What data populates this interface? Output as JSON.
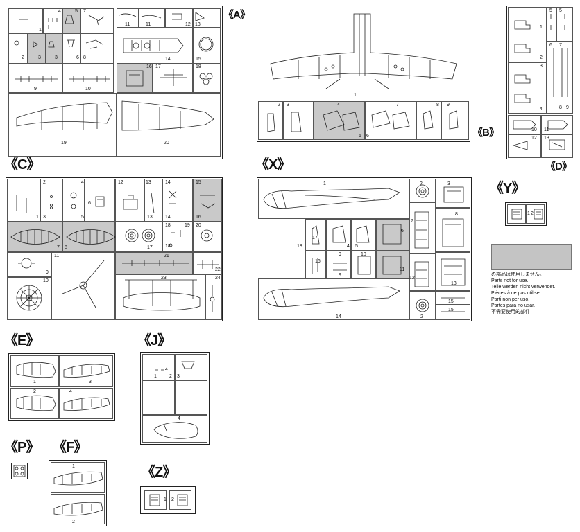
{
  "sprues": {
    "A": {
      "label": "《A》"
    },
    "B": {
      "label": "《B》"
    },
    "C": {
      "label": "《C》"
    },
    "D": {
      "label": "《D》"
    },
    "E": {
      "label": "《E》"
    },
    "F": {
      "label": "《F》"
    },
    "J": {
      "label": "《J》"
    },
    "P": {
      "label": "《P》"
    },
    "X": {
      "label": "《X》"
    },
    "Y": {
      "label": "《Y》"
    },
    "Z": {
      "label": "《Z》"
    }
  },
  "legend": {
    "lines": [
      "の部品は使用しません。",
      "Parts not for use.",
      "Teile werden nicht verwendet.",
      "Pièces à ne pas utiliser.",
      "Parti non per uso.",
      "Partes para no usar.",
      "不需要使用的部件"
    ]
  }
}
